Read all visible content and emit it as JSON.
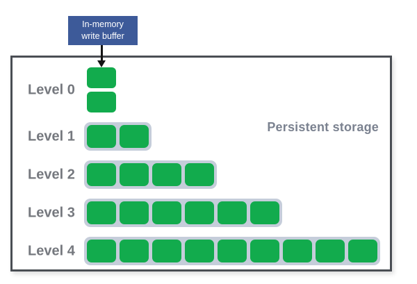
{
  "colors": {
    "block_green": "#12ab4d",
    "group_gray": "#c5cdda",
    "buffer_blue": "#3d5a99",
    "border_dark": "#4a4e54",
    "label_gray": "#75787e",
    "storage_label_gray": "#7b8290",
    "arrow_black": "#141414"
  },
  "buffer": {
    "label": "In-memory write buffer"
  },
  "arrow": {
    "icon": "down-arrow-icon"
  },
  "storage": {
    "label": "Persistent storage",
    "levels": [
      {
        "label": "Level 0",
        "blocks": 2,
        "grouped": false,
        "orientation": "vertical"
      },
      {
        "label": "Level 1",
        "blocks": 2,
        "grouped": true,
        "orientation": "horizontal"
      },
      {
        "label": "Level 2",
        "blocks": 4,
        "grouped": true,
        "orientation": "horizontal"
      },
      {
        "label": "Level 3",
        "blocks": 6,
        "grouped": true,
        "orientation": "horizontal"
      },
      {
        "label": "Level 4",
        "blocks": 9,
        "grouped": true,
        "orientation": "horizontal"
      }
    ]
  }
}
